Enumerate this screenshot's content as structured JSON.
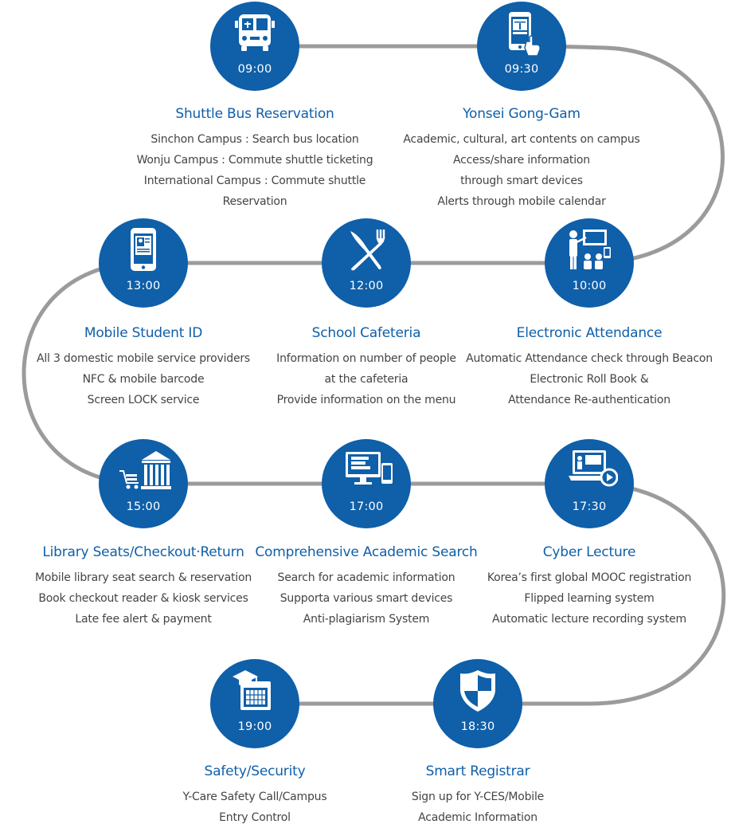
{
  "colors": {
    "node": "#0f5fa9",
    "path": "#9b9b9b",
    "title": "#0f5fa9",
    "text": "#444444"
  },
  "services": [
    {
      "time": "09:00",
      "title": "Shuttle Bus Reservation",
      "icon": "bus-icon",
      "lines": [
        "Sinchon Campus : Search bus location",
        "Wonju Campus : Commute shuttle ticketing",
        "International Campus : Commute shuttle",
        "Reservation"
      ]
    },
    {
      "time": "09:30",
      "title": "Yonsei Gong-Gam",
      "icon": "smartphone-touch-icon",
      "lines": [
        "Academic, cultural, art contents on campus",
        "Access/share information",
        "through smart devices",
        "Alerts through mobile calendar"
      ]
    },
    {
      "time": "10:00",
      "title": "Electronic Attendance",
      "icon": "classroom-attendance-icon",
      "lines": [
        "Automatic Attendance check through Beacon",
        "Electronic Roll Book &",
        "Attendance Re-authentication"
      ]
    },
    {
      "time": "12:00",
      "title": "School Cafeteria",
      "icon": "knife-fork-icon",
      "lines": [
        "Information on number of people",
        "at the cafeteria",
        "Provide information on the menu"
      ]
    },
    {
      "time": "13:00",
      "title": "Mobile Student ID",
      "icon": "mobile-id-icon",
      "lines": [
        "All 3 domestic mobile service providers",
        "NFC & mobile barcode",
        "Screen LOCK service"
      ]
    },
    {
      "time": "15:00",
      "title": "Library Seats/Checkout·Return",
      "icon": "library-cart-icon",
      "lines": [
        "Mobile library seat search & reservation",
        "Book checkout reader & kiosk services",
        "Late fee alert & payment"
      ]
    },
    {
      "time": "17:00",
      "title": "Comprehensive Academic Search",
      "icon": "monitor-phone-icon",
      "lines": [
        "Search for academic information",
        "Supporta various smart devices",
        "Anti-plagiarism System"
      ]
    },
    {
      "time": "17:30",
      "title": "Cyber Lecture",
      "icon": "laptop-play-icon",
      "lines": [
        "Korea’s first global MOOC registration",
        "Flipped learning system",
        "Automatic lecture recording system"
      ]
    },
    {
      "time": "18:30",
      "title": "Smart Registrar",
      "icon": "shield-icon",
      "lines": [
        "Sign up for Y-CES/Mobile",
        "Academic  Information"
      ]
    },
    {
      "time": "19:00",
      "title": "Safety/Security",
      "icon": "graduation-calendar-icon",
      "lines": [
        "Y-Care Safety Call/Campus",
        "Entry Control"
      ]
    }
  ]
}
